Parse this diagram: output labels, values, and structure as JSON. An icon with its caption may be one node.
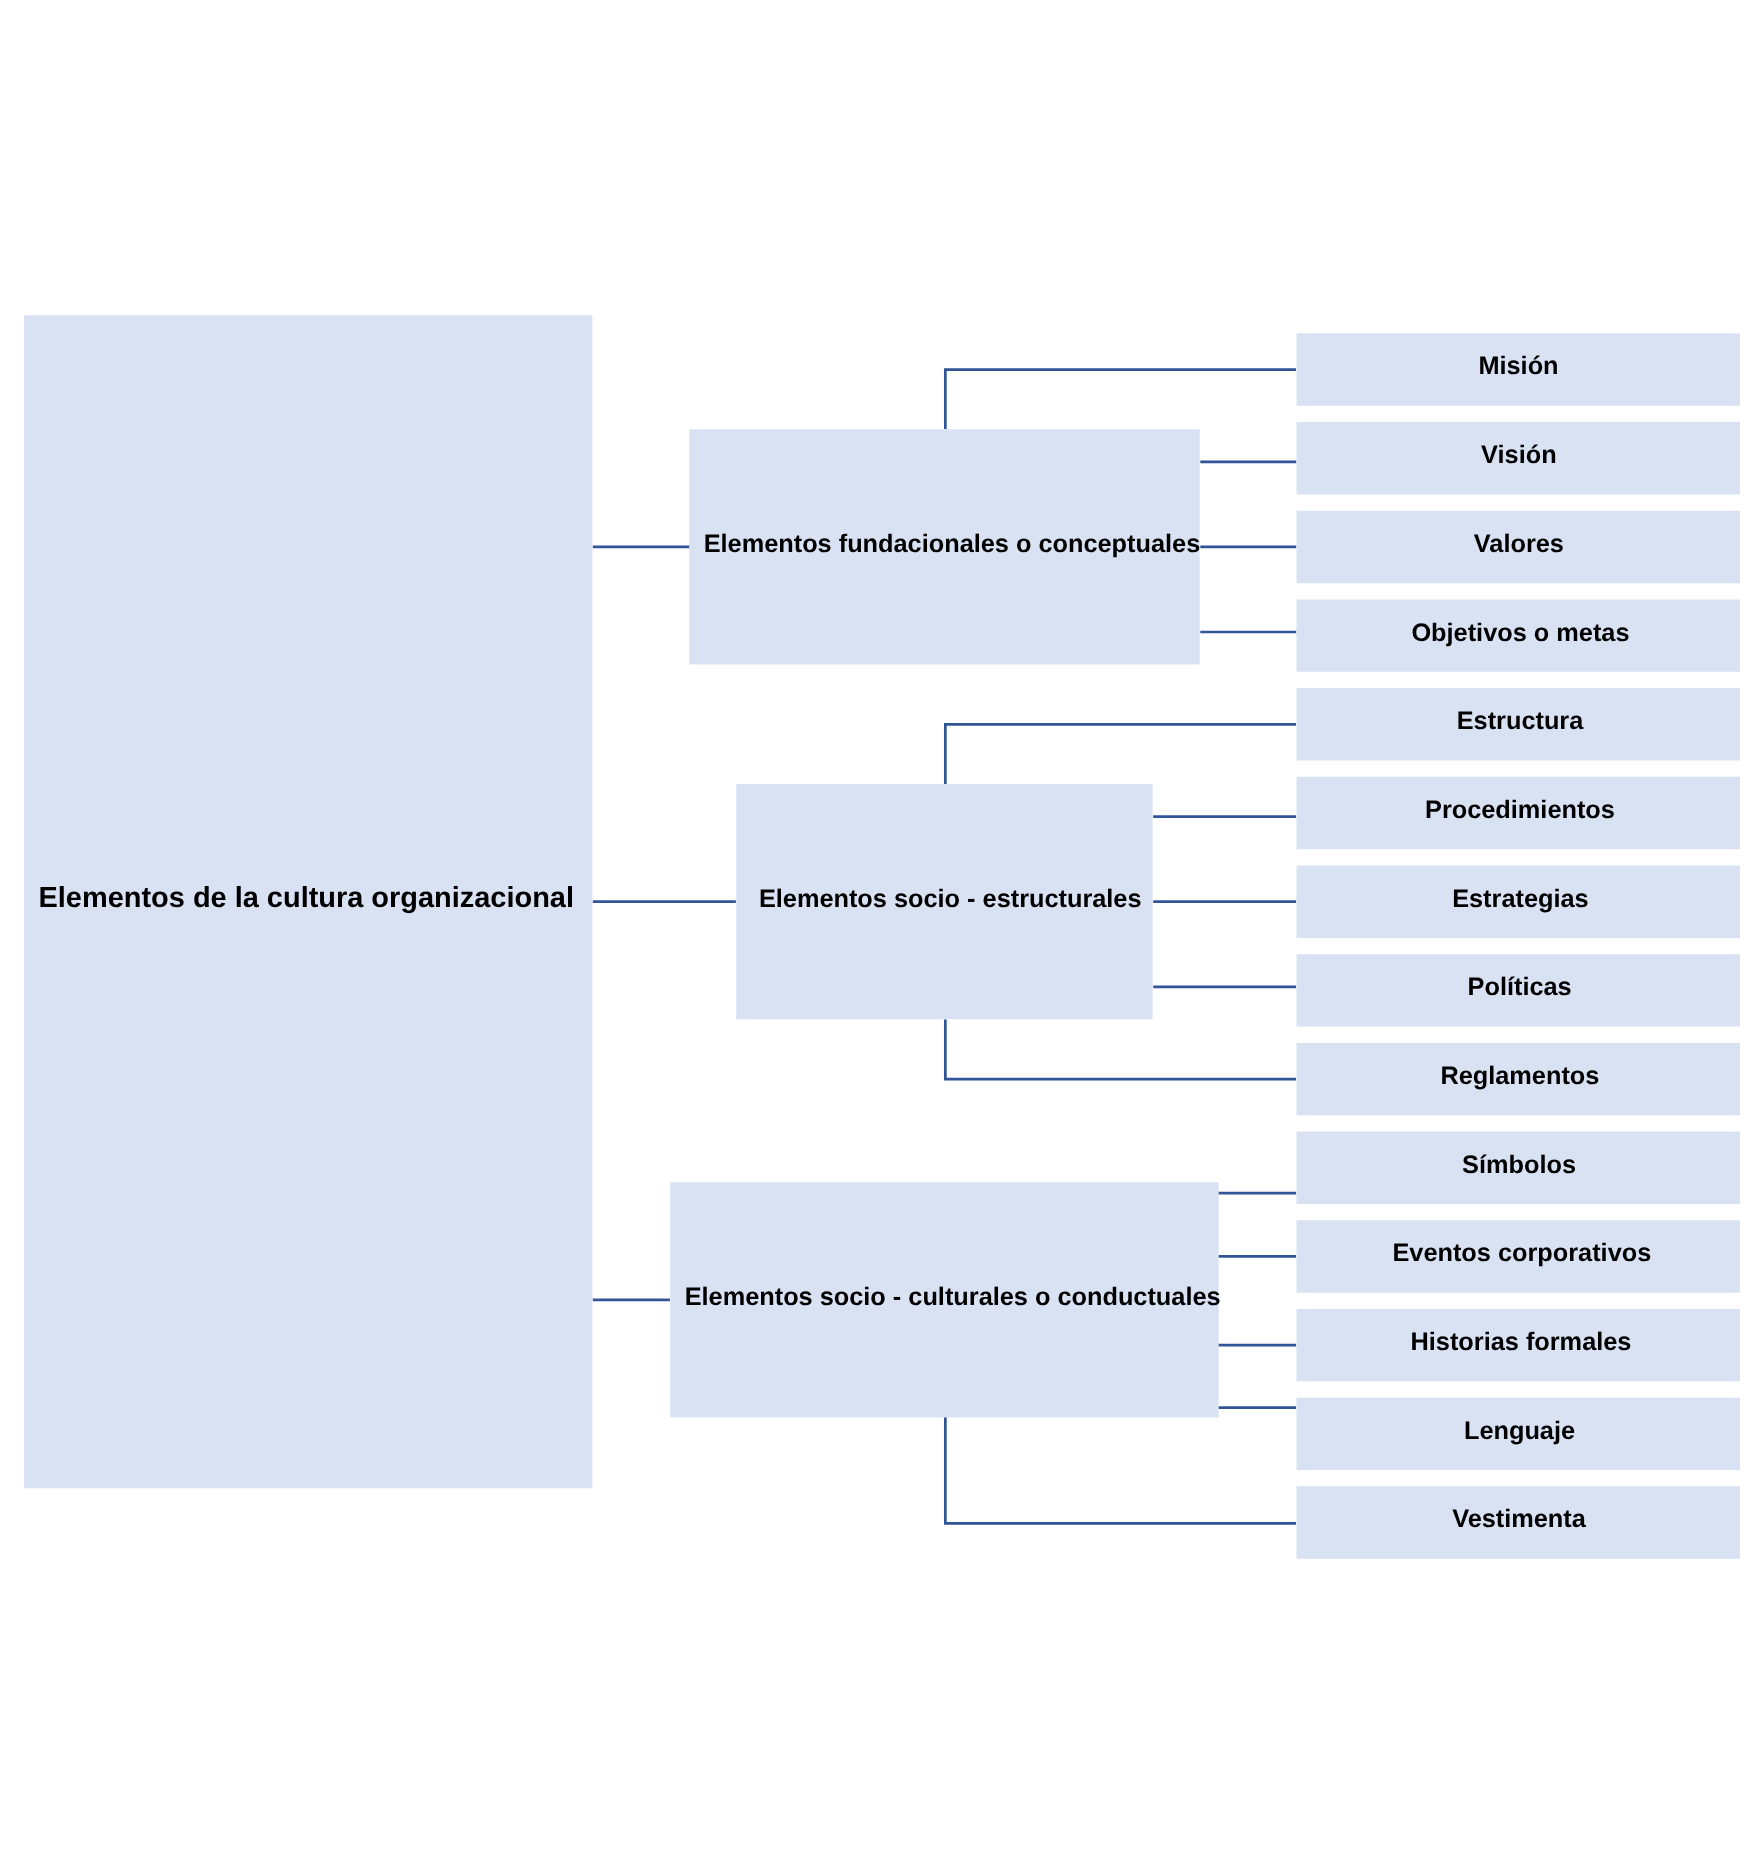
{
  "diagram": {
    "nodes": [
      {
        "text": [
          "Elementos de la cultura organizacional"
        ]
      },
      {
        "text": [
          "Elementos fundacionales o conceptuales"
        ]
      },
      {
        "text": [
          "Misión"
        ]
      },
      {
        "text": [
          "Visión"
        ]
      },
      {
        "text": [
          "Valores"
        ]
      },
      {
        "text": [
          "Objetivos o metas"
        ]
      },
      {
        "text": [
          "Elementos socio - estructurales"
        ]
      },
      {
        "text": [
          "Estructura"
        ]
      },
      {
        "text": [
          "Procedimientos"
        ]
      },
      {
        "text": [
          "Estrategias"
        ]
      },
      {
        "text": [
          "Políticas"
        ]
      },
      {
        "text": [
          "Reglamentos"
        ]
      },
      {
        "text": [
          "Elementos socio - culturales o conductuales"
        ]
      },
      {
        "text": [
          "Símbolos"
        ]
      },
      {
        "text": [
          "Eventos corporativos"
        ]
      },
      {
        "text": [
          "Historias formales"
        ]
      },
      {
        "text": [
          "Lenguaje"
        ]
      },
      {
        "text": [
          "Vestimenta"
        ]
      }
    ],
    "edges": [
      {
        "from": 0,
        "to": 1,
        "arrow": "none"
      },
      {
        "from": 0,
        "to": 6,
        "arrow": "none"
      },
      {
        "from": 0,
        "to": 12,
        "arrow": "none"
      },
      {
        "from": 1,
        "to": 2,
        "arrow": "none"
      },
      {
        "from": 1,
        "to": 3,
        "arrow": "none"
      },
      {
        "from": 1,
        "to": 4,
        "arrow": "none"
      },
      {
        "from": 1,
        "to": 5,
        "arrow": "none"
      },
      {
        "from": 6,
        "to": 7,
        "arrow": "none"
      },
      {
        "from": 6,
        "to": 8,
        "arrow": "none"
      },
      {
        "from": 6,
        "to": 9,
        "arrow": "none"
      },
      {
        "from": 6,
        "to": 10,
        "arrow": "none"
      },
      {
        "from": 6,
        "to": 11,
        "arrow": "none"
      },
      {
        "from": 12,
        "to": 13,
        "arrow": "none"
      },
      {
        "from": 12,
        "to": 14,
        "arrow": "none"
      },
      {
        "from": 12,
        "to": 15,
        "arrow": "none"
      },
      {
        "from": 12,
        "to": 16,
        "arrow": "none"
      },
      {
        "from": 12,
        "to": 17,
        "arrow": "none"
      }
    ]
  }
}
